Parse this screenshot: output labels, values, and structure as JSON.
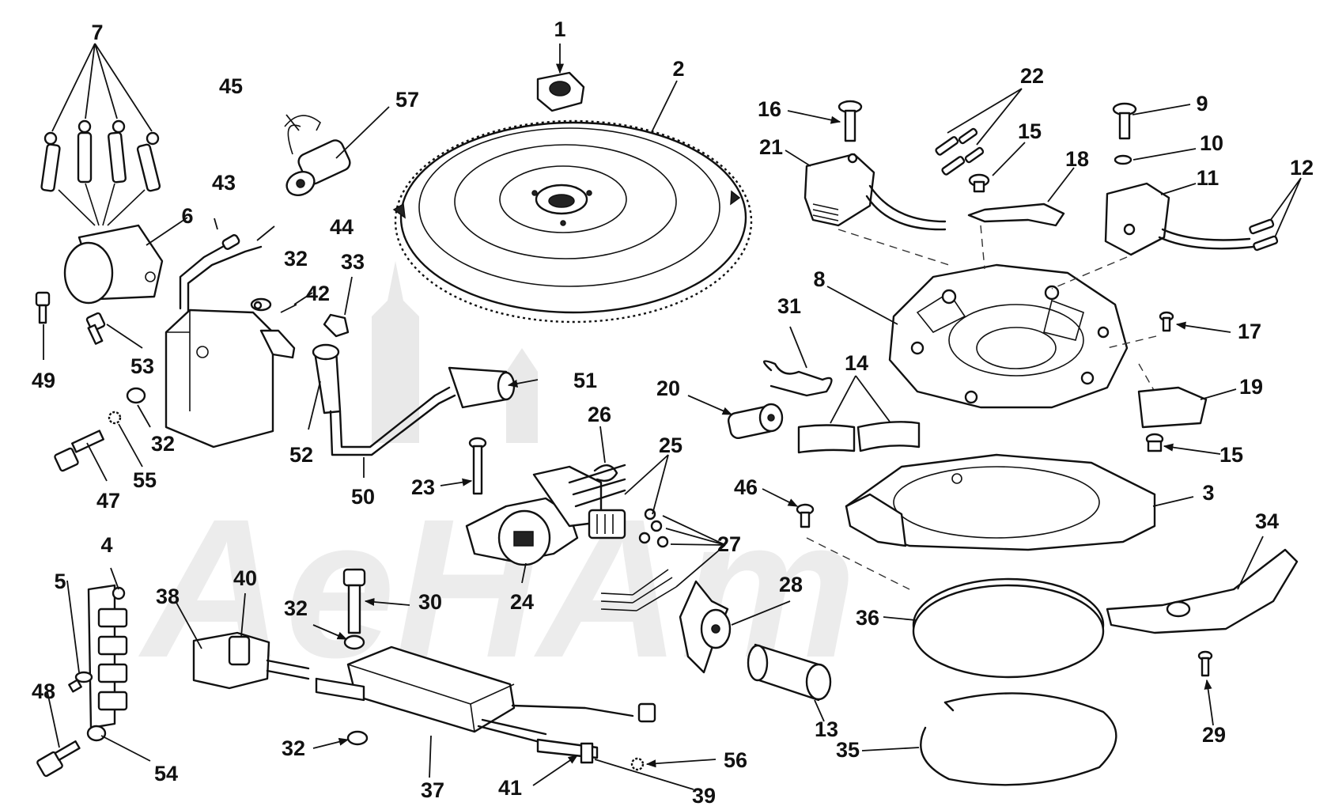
{
  "diagram": {
    "watermark": "AeHAm",
    "callouts": [
      "1",
      "2",
      "3",
      "4",
      "5",
      "6",
      "7",
      "8",
      "9",
      "10",
      "11",
      "12",
      "13",
      "14",
      "15",
      "15",
      "16",
      "17",
      "18",
      "19",
      "20",
      "21",
      "22",
      "23",
      "24",
      "25",
      "26",
      "27",
      "28",
      "29",
      "30",
      "31",
      "32",
      "32",
      "32",
      "32",
      "33",
      "34",
      "35",
      "36",
      "37",
      "38",
      "39",
      "40",
      "41",
      "42",
      "43",
      "44",
      "45",
      "46",
      "47",
      "48",
      "49",
      "50",
      "51",
      "52",
      "53",
      "54",
      "55",
      "56",
      "57"
    ]
  }
}
